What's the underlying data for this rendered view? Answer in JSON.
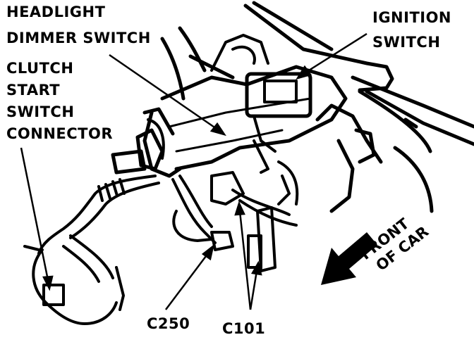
{
  "colors": {
    "ink": "#000000",
    "paper": "#ffffff"
  },
  "labels": {
    "headlight_dimmer": [
      "HEADLIGHT",
      "DIMMER SWITCH"
    ],
    "ignition": [
      "IGNITION",
      "SWITCH"
    ],
    "clutch": [
      "CLUTCH",
      "START",
      "SWITCH",
      "CONNECTOR"
    ],
    "front_of_car": [
      "FRONT",
      "OF CAR"
    ],
    "c250": "C250",
    "c101": "C101"
  }
}
